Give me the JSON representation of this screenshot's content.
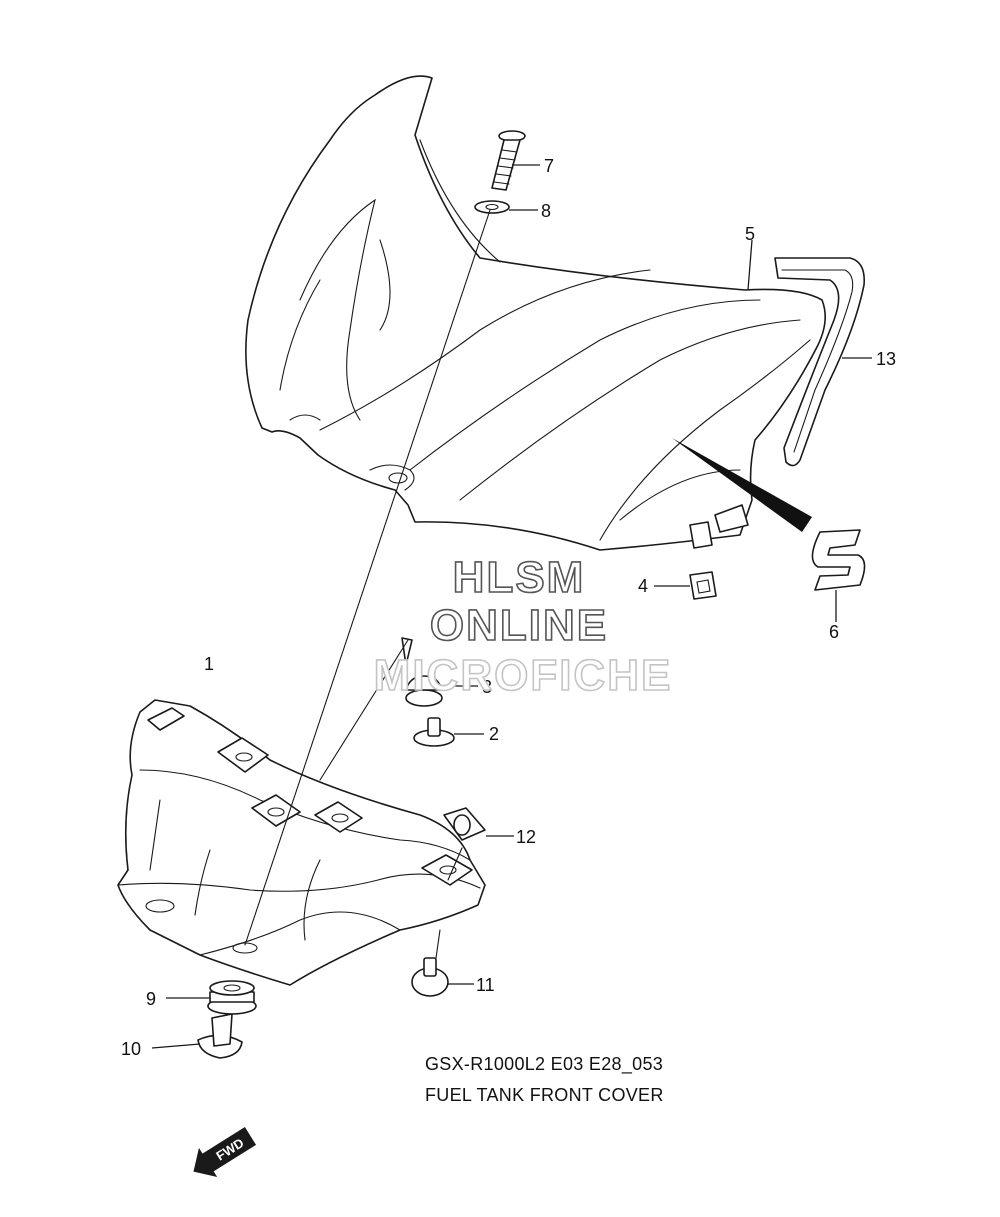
{
  "diagram": {
    "model_code": "GSX-R1000L2 E03 E28_053",
    "title": "FUEL TANK FRONT COVER",
    "direction_arrow": "FWD",
    "watermark": [
      "HLSM",
      "ONLINE",
      "MICROFICHE"
    ]
  },
  "callouts": [
    "1",
    "2",
    "3",
    "4",
    "5",
    "6",
    "7",
    "8",
    "9",
    "10",
    "11",
    "12",
    "13"
  ]
}
